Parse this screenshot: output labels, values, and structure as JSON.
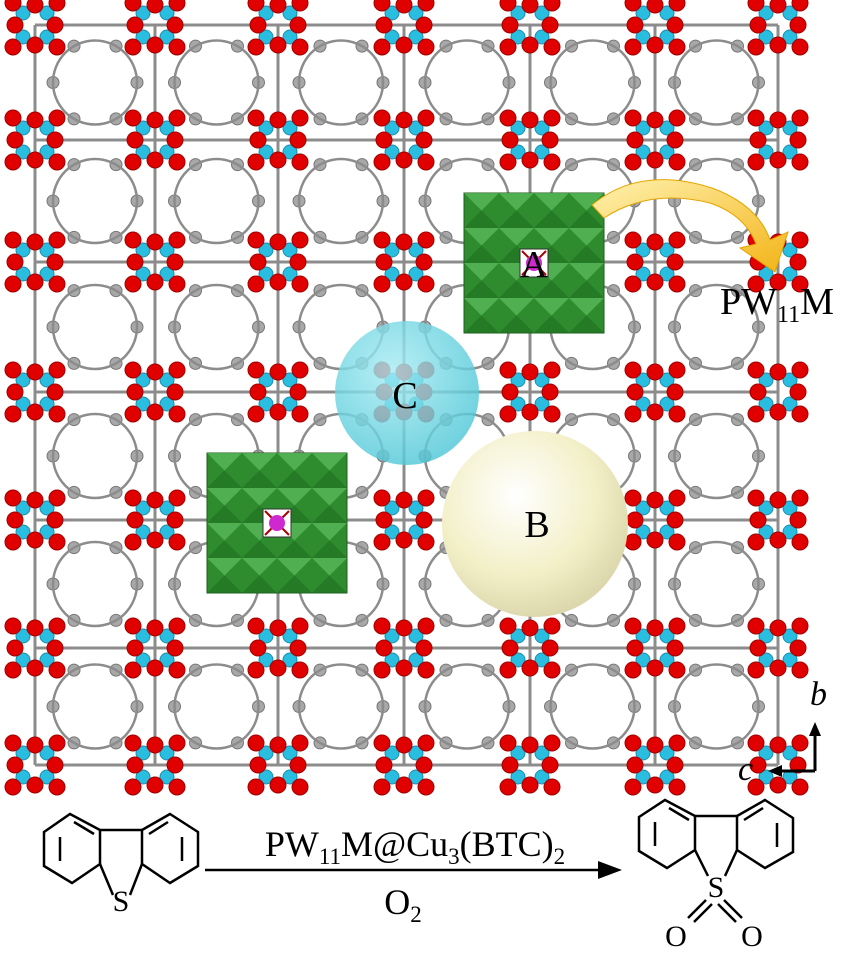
{
  "labels": {
    "pore_a": "A",
    "pore_b": "B",
    "pore_c": "C",
    "guest": {
      "base": "PW",
      "sub": "11",
      "tail": "M"
    },
    "axis_b": "b",
    "axis_c": "c"
  },
  "reaction": {
    "sulfur": "S",
    "oxygen": "O",
    "catalyst": {
      "p1": "PW",
      "s1": "11",
      "p2": "M@Cu",
      "s2": "3",
      "p3": "(BTC)",
      "s3": "2"
    },
    "oxidant": {
      "base": "O",
      "sub": "2"
    }
  },
  "colors": {
    "oxygen_atom": "#e00000",
    "copper_atom": "#29bde0",
    "carbon_atom": "#a8a8a8",
    "bond": "#8c8c8c",
    "polyoxometalate": "#2e8b2e",
    "center_atom": "#d028d0",
    "pore_b": "#f3f0c8",
    "pore_c": "#5fd3e0",
    "arrow": "#f7c130"
  },
  "icons": {
    "guest_arrow": "curved-arrow",
    "axis": "axis-arrows"
  }
}
